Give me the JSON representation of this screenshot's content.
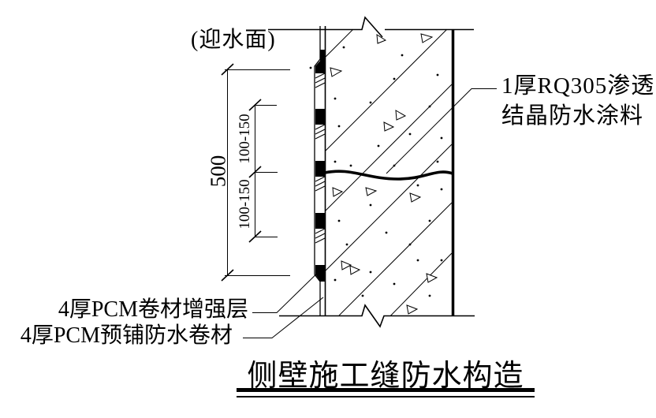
{
  "drawing": {
    "title": "侧壁施工缝防水构造",
    "labels": {
      "water_facing_side": "(迎水面)",
      "coating_line1": "1厚RQ305渗透",
      "coating_line2": "结晶防水涂料",
      "reinforcement_layer": "4厚PCM卷材增强层",
      "preapplied_membrane": "4厚PCM预铺防水卷材"
    },
    "dimensions": {
      "overall": "500",
      "upper_segment": "100-150",
      "lower_segment": "100-150"
    },
    "colors": {
      "line": "#000000",
      "background": "#ffffff"
    }
  }
}
